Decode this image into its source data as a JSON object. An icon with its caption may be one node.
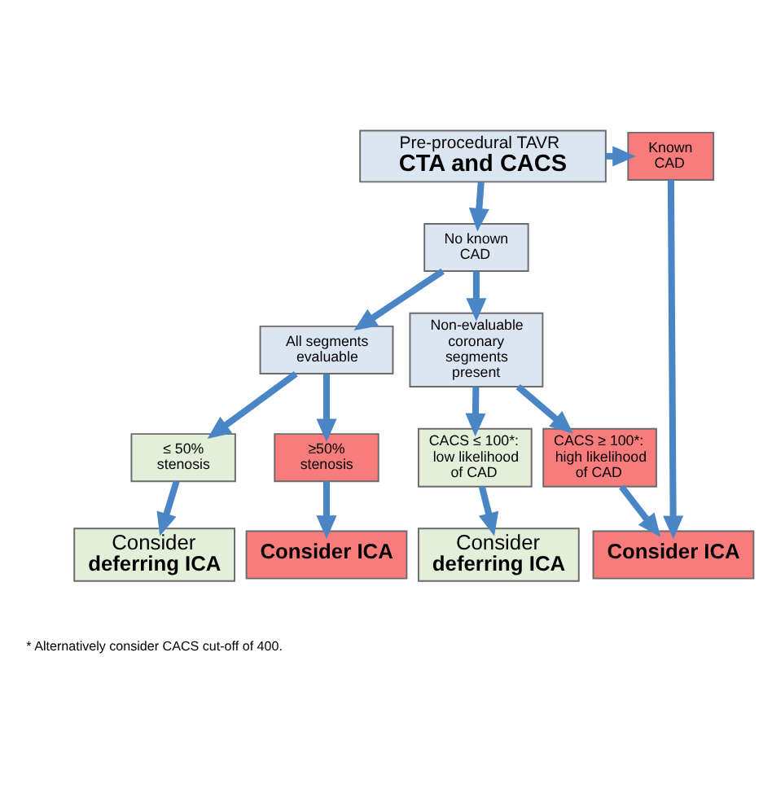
{
  "diagram": {
    "nodes": [
      {
        "text": [
          "Pre-procedural TAVR",
          "CTA and CACS"
        ]
      },
      {
        "text": [
          "Known CAD"
        ]
      },
      {
        "text": [
          "No known CAD"
        ]
      },
      {
        "text": [
          "All segments evaluable"
        ]
      },
      {
        "text": [
          "Non-evaluable coronary segments present"
        ]
      },
      {
        "text": [
          "≤ 50% stenosis"
        ]
      },
      {
        "text": [
          "≥50% stenosis"
        ]
      },
      {
        "text": [
          "CACS ≤ 100*: low likelihood of CAD"
        ]
      },
      {
        "text": [
          "CACS ≥ 100*: high likelihood of CAD"
        ]
      },
      {
        "text": [
          "Consider",
          "deferring ICA"
        ]
      },
      {
        "text": [
          "Consider ICA"
        ]
      },
      {
        "text": [
          "Consider",
          "deferring ICA"
        ]
      },
      {
        "text": [
          "Consider ICA"
        ]
      }
    ],
    "edges": [
      {
        "from": 0,
        "to": 1,
        "arrow": "to"
      },
      {
        "from": 0,
        "to": 2,
        "arrow": "to"
      },
      {
        "from": 2,
        "to": 3,
        "arrow": "to"
      },
      {
        "from": 2,
        "to": 4,
        "arrow": "to"
      },
      {
        "from": 3,
        "to": 5,
        "arrow": "to"
      },
      {
        "from": 3,
        "to": 6,
        "arrow": "to"
      },
      {
        "from": 4,
        "to": 7,
        "arrow": "to"
      },
      {
        "from": 4,
        "to": 8,
        "arrow": "to"
      },
      {
        "from": 5,
        "to": 9,
        "arrow": "to"
      },
      {
        "from": 6,
        "to": 10,
        "arrow": "to"
      },
      {
        "from": 7,
        "to": 11,
        "arrow": "to"
      },
      {
        "from": 8,
        "to": 12,
        "arrow": "to"
      },
      {
        "from": 1,
        "to": 12,
        "arrow": "to"
      }
    ],
    "labels": [
      "* Alternatively consider CACS cut-off of 400."
    ]
  }
}
